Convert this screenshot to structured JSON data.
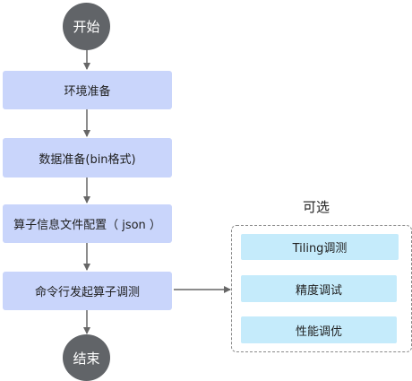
{
  "flow": {
    "start": "开始",
    "steps": [
      "环境准备",
      "数据准备(bin格式)",
      "算子信息文件配置（ json ）",
      "命令行发起算子调测"
    ],
    "end": "结束"
  },
  "optional": {
    "label": "可选",
    "items": [
      "Tiling调测",
      "精度调试",
      "性能调优"
    ]
  },
  "colors": {
    "circle": "#616468",
    "step": "#c9d5fb",
    "optional_item": "#c5ebfb",
    "arrow": "#666666"
  }
}
